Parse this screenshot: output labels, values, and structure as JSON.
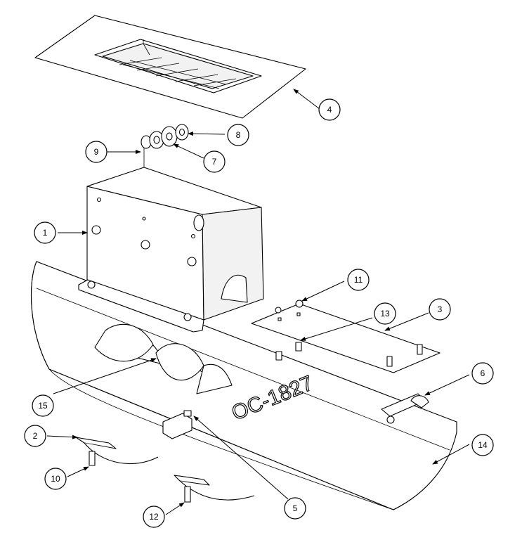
{
  "callouts": {
    "c1": "1",
    "c2": "2",
    "c3": "3",
    "c4": "4",
    "c5": "5",
    "c6": "6",
    "c7": "7",
    "c8": "8",
    "c9": "9",
    "c10": "10",
    "c11": "11",
    "c12": "12",
    "c13": "13",
    "c14": "14",
    "c15": "15"
  },
  "decal": {
    "text": "OC-1827"
  },
  "colors": {
    "line": "#000000",
    "background": "#ffffff"
  }
}
